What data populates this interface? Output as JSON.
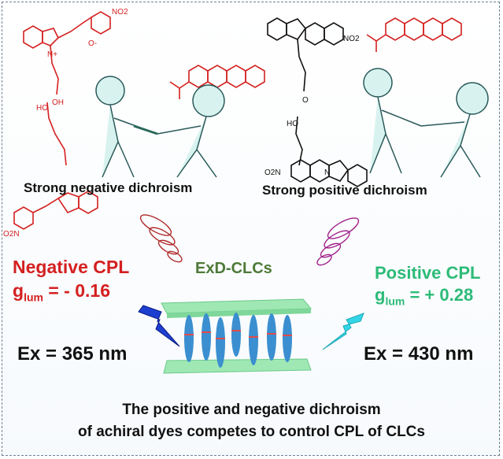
{
  "top": {
    "left_caption": "Strong negative dichroism",
    "right_caption": "Strong positive dichroism",
    "chem_labels": {
      "no2": "NO2",
      "o_minus": "O-",
      "n_plus": "N+",
      "ho": "HO",
      "oh": "OH",
      "o": "O",
      "n": "N",
      "ho_o": "HO",
      "o2n": "O2N"
    }
  },
  "middle": {
    "center_label": "ExD-CLCs",
    "left": {
      "title": "Negative CPL",
      "g_symbol": "g",
      "g_sub": "lum",
      "g_value": " = - 0.16",
      "excitation": "Ex = 365 nm"
    },
    "right": {
      "title": "Positive CPL",
      "g_symbol": "g",
      "g_sub": "lum",
      "g_value": " = + 0.28",
      "excitation": "Ex = 430 nm"
    }
  },
  "bottom": {
    "line1": "The positive and negative dichroism",
    "line2": "of achiral dyes competes to control CPL of CLCs"
  },
  "colors": {
    "red": "#d42020",
    "green": "#2dbb78",
    "olive": "#4e7a38",
    "blue": "#1c3fd0",
    "cyan": "#33d6e6"
  }
}
